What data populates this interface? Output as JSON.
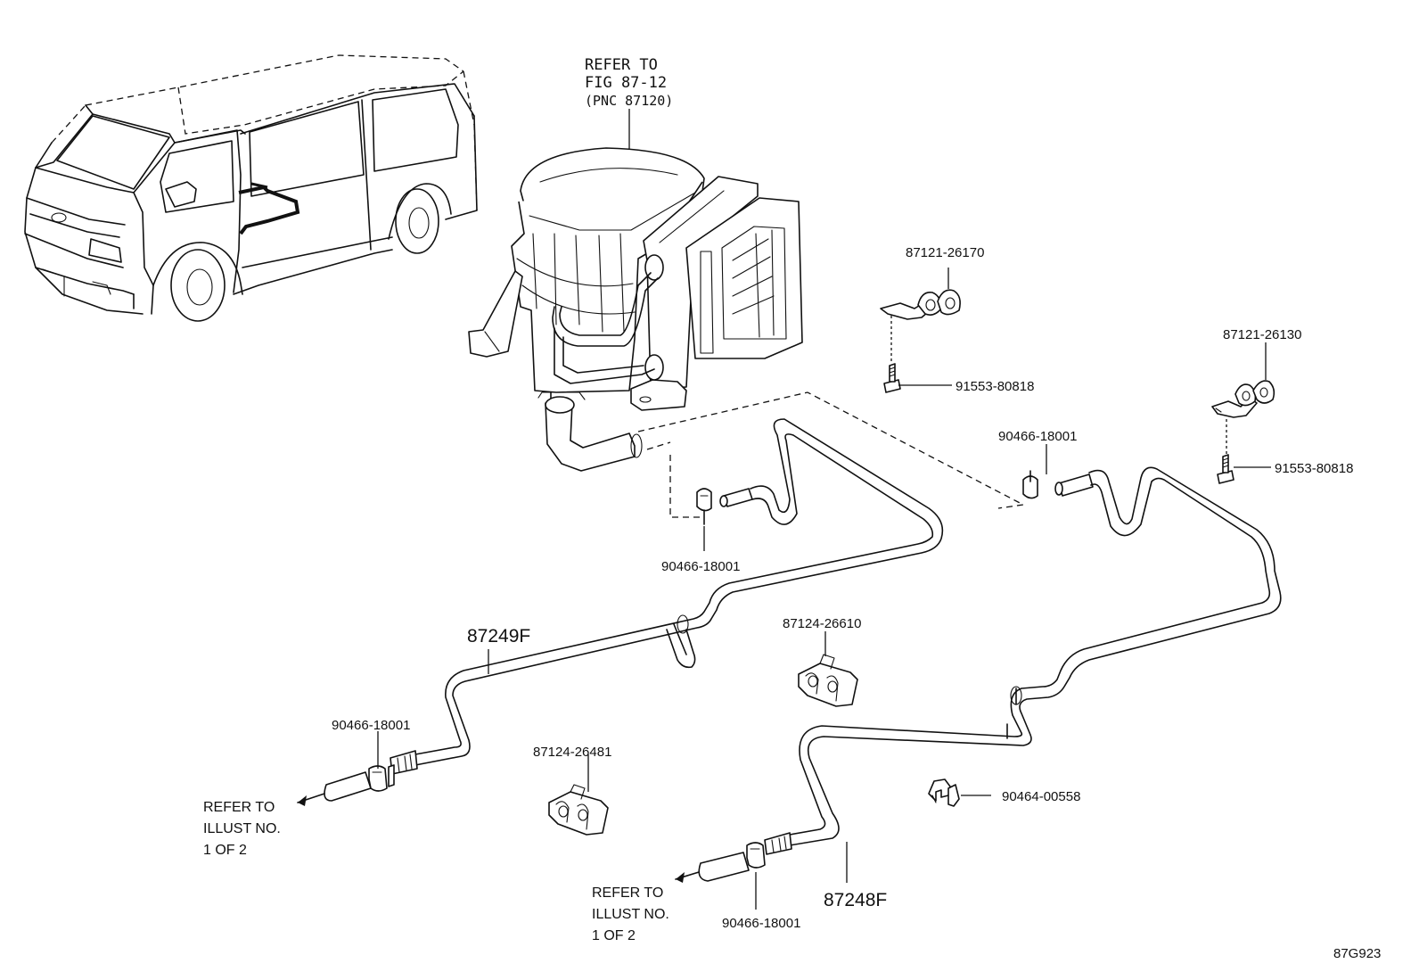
{
  "diagram": {
    "refer_top": {
      "line1": "REFER TO",
      "line2": "FIG 87-12",
      "line3": "(PNC 87120)"
    },
    "parts": {
      "clamp_top": "87121-26170",
      "bolt_top": "91553-80818",
      "clamp_right": "87121-26130",
      "bolt_right": "91553-80818",
      "hose_clamp_center": "90466-18001",
      "hose_clamp_upper_left": "90466-18001",
      "pipe_rear": "87249F",
      "hose_clamp_left": "90466-18001",
      "clamp_mid": "87124-26610",
      "clamp_lower": "87124-26481",
      "clip": "90464-00558",
      "hose_clamp_bottom": "90466-18001",
      "pipe_front": "87248F"
    },
    "refer_left": {
      "line1": "REFER TO",
      "line2": "ILLUST NO.",
      "line3": "1 OF 2"
    },
    "refer_bottom": {
      "line1": "REFER TO",
      "line2": "ILLUST NO.",
      "line3": "1 OF 2"
    },
    "figure_code": "87G923"
  }
}
